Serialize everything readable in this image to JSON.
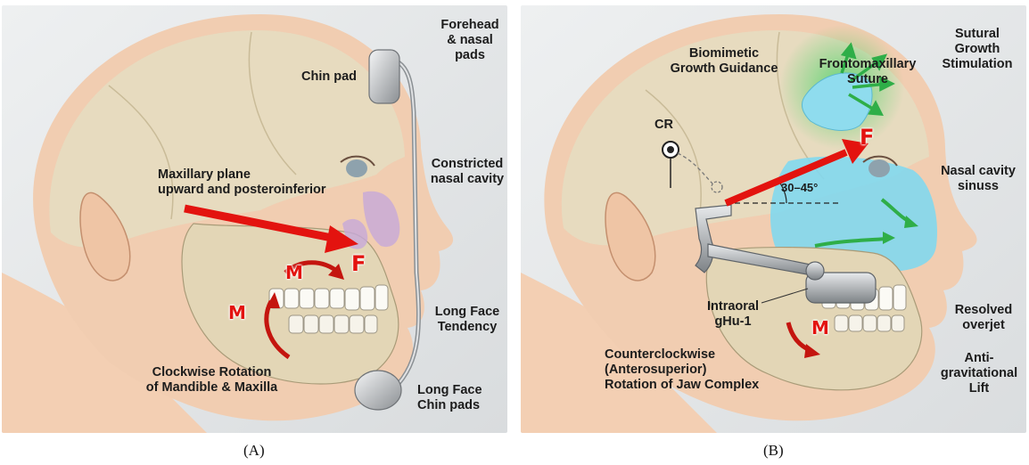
{
  "panel_a": {
    "labels": {
      "chin_pad": "Chin pad",
      "forehead_line1": "Forehead",
      "forehead_line2": "& nasal",
      "forehead_line3": "pads",
      "constricted_line1": "Constricted",
      "constricted_line2": "nasal cavity",
      "maxillary_line1": "Maxillary plane",
      "maxillary_line2": "upward and posteroinferior",
      "long_face_line1": "Long Face",
      "long_face_line2": "Tendency",
      "clockwise_line1": "Clockwise Rotation",
      "clockwise_line2": "of Mandible & Maxilla",
      "long_chin_line1": "Long Face",
      "long_chin_line2": "Chin pads"
    },
    "markers": {
      "force": "F",
      "m_upper": "M",
      "m_lower": "M"
    },
    "caption": "(A)"
  },
  "panel_b": {
    "labels": {
      "biomimetic_line1": "Biomimetic",
      "biomimetic_line2": "Growth Guidance",
      "frontomax_line1": "Frontomaxillary",
      "frontomax_line2": "Suture",
      "sutural_line1": "Sutural",
      "sutural_line2": "Growth",
      "sutural_line3": "Stimulation",
      "cr": "CR",
      "angle": "30–45°",
      "nasal_line1": "Nasal cavity",
      "nasal_line2": "sinuss",
      "intraoral_line1": "Intraoral",
      "intraoral_line2": "gHu-1",
      "resolved_line1": "Resolved",
      "resolved_line2": "overjet",
      "counter_line1": "Counterclockwise",
      "counter_line2": "(Anterosuperior)",
      "counter_line3": "Rotation of Jaw Complex",
      "anti_line1": "Anti-",
      "anti_line2": "gravitational",
      "anti_line3": "Lift"
    },
    "markers": {
      "force": "F",
      "m": "M"
    },
    "caption": "(B)"
  },
  "colors": {
    "skin": "#f1cdb1",
    "skull": "#e6dbc0",
    "force_arrow": "#e3130f",
    "nasal_highlight": "#7fd6ec",
    "growth_arrow": "#2fae48",
    "sinus_purple": "#c7a9d9"
  }
}
